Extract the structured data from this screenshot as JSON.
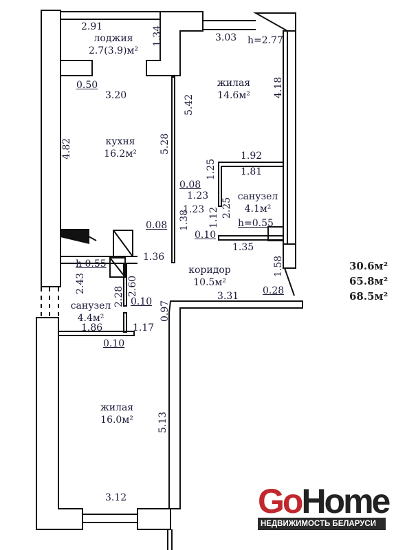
{
  "rooms": {
    "loggia": {
      "name": "лоджия",
      "area": "2.7(3.9)м²"
    },
    "living1": {
      "name": "жилая",
      "area": "14.6м²"
    },
    "kitchen": {
      "name": "кухня",
      "area": "16.2м²"
    },
    "bath1": {
      "name": "санузел",
      "area": "4.1м²"
    },
    "corridor": {
      "name": "коридор",
      "area": "10.5м²"
    },
    "bath2": {
      "name": "санузел",
      "area": "4.4м²"
    },
    "living2": {
      "name": "жилая",
      "area": "16.0м²"
    }
  },
  "dims": {
    "d291": "2.91",
    "d134": "1.34",
    "d303": "3.03",
    "h277": "h=2.77",
    "d050": "0.50",
    "d320": "3.20",
    "d542": "5.42",
    "d418": "4.18",
    "d482": "4.82",
    "d528": "5.28",
    "d192": "1.92",
    "d181": "1.81",
    "d125": "1.25",
    "d008a": "0.08",
    "d123a": "1.23",
    "d123b": "1.23",
    "d225": "2.25",
    "d112": "1.12",
    "h055a": "h=0.55",
    "d008b": "0.08",
    "d138": "1.38",
    "d010a": "0.10",
    "d135": "1.35",
    "d136": "1.36",
    "d158": "1.58",
    "h055b": "h  0.55",
    "d243": "2.43",
    "d228": "2.28",
    "d260": "2.60",
    "d331": "3.31",
    "d028": "0.28",
    "d010b": "0.10",
    "d097": "0.97",
    "d186": "1.86",
    "d117": "1.17",
    "d010c": "0.10",
    "d513": "5.13",
    "d312": "3.12"
  },
  "totals": [
    "30.6м²",
    "65.8м²",
    "68.5м²"
  ],
  "logo": {
    "go": "Go",
    "home": "Home",
    "tagline": "НЕДВИЖИМОСТЬ БЕЛАРУСИ"
  }
}
